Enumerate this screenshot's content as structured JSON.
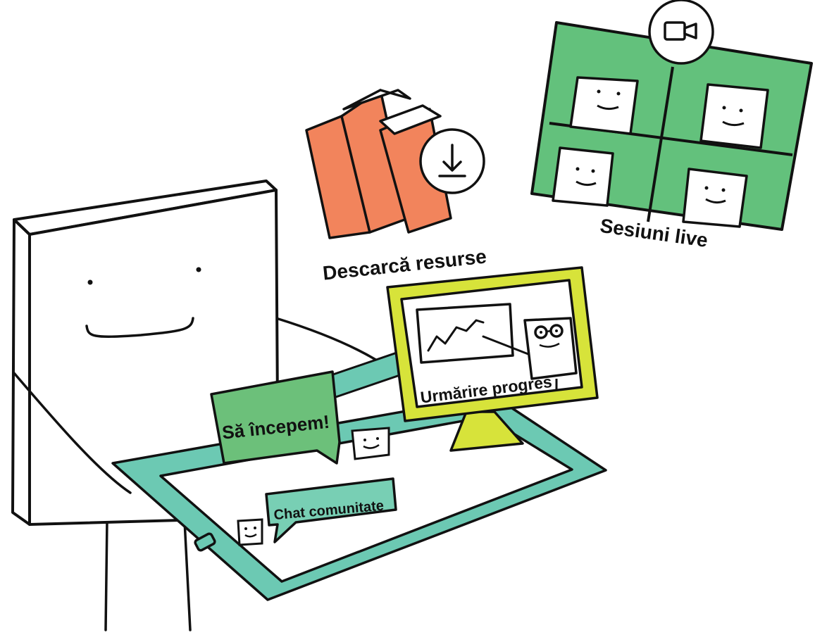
{
  "labels": {
    "download": "Descarcă resurse",
    "live": "Sesiuni live",
    "progress": "Urmărire progres",
    "start": "Să începem!",
    "chat": "Chat comunitate"
  },
  "colors": {
    "ink": "#111111",
    "books": "#f2845c",
    "live_green": "#63c17c",
    "monitor_yellow": "#d7e33a",
    "tablet_teal": "#6cc9b3",
    "bubble_green": "#6cc07a",
    "chat_teal": "#78cfb4"
  },
  "icons": [
    "download-icon",
    "video-camera-icon"
  ]
}
